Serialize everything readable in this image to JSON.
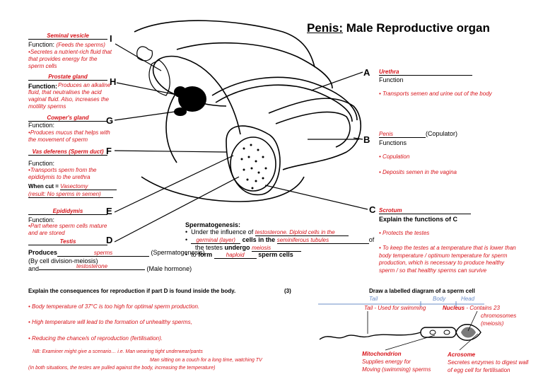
{
  "title": {
    "prefix": "Penis:",
    "rest": " Male Reproductive organ"
  },
  "letters": {
    "a": "A",
    "b": "B",
    "c": "C",
    "d": "D",
    "e": "E",
    "f": "F",
    "g": "G",
    "h": "H",
    "i": "I"
  },
  "left": {
    "seminal": {
      "name": "Seminal vesicle",
      "label": "Function:",
      "hint": "(Feeds the sperms)",
      "text": "Secretes a nutrient-rich fluid that that provides energy for the sperm cells"
    },
    "prostate": {
      "name": "Prostate gland",
      "label": "Function:",
      "text": "Produces an alkaline fluid, that neutralises the acid vaginal fluid. Also, increases the motility sperms"
    },
    "cowper": {
      "name": "Cowper's gland",
      "label": "Function:",
      "text": "Produces mucus that helps with the movement of sperm"
    },
    "vas": {
      "name": "Vas deferens (Sperm duct)",
      "label": "Function:",
      "text": "Transports sperm from the epididymis to the urethra",
      "cut_label": "When cut = ",
      "cut_value": "Vasectomy",
      "result": "(result: No sperms in semen)"
    },
    "epididymis": {
      "name": "Epididymis",
      "label": "Function:",
      "text": "Part where sperm cells mature and are stored"
    },
    "testis": {
      "name": "Testis",
      "produces_label": "Produces",
      "produces_value": "sperms",
      "produces_suffix": "(Spermatogenesis)",
      "by": "(By cell division-meiosis)",
      "and_label": "and",
      "and_value": "testosterone",
      "and_suffix": "(Male hormone)"
    }
  },
  "right": {
    "urethra": {
      "name": "Urethra",
      "label": "Function",
      "text": "Transports semen and urine out of the body"
    },
    "penis": {
      "name": "Penis",
      "suffix": "(Copulator)",
      "label": "Functions",
      "items": [
        "Copulation",
        "Deposits semen in the vagina"
      ]
    },
    "scrotum": {
      "name": "Scrotum",
      "question": "Explain the functions of C",
      "items": [
        "Protects the testes",
        "To keep the testes at a temperature that is lower than body temperature / optimum temperature for sperm production, which is necessary to produce healthy sperm / so that healthy sperms can survive"
      ]
    }
  },
  "spermatogenesis": {
    "heading": "Spermatogenesis:",
    "line1_label": "Under the influence of",
    "line1_value": "testosterone. Diploid cells in the",
    "line2_value1": "germinal (layer)",
    "line2_label": "cells in the",
    "line2_value2": "seminiferous tubules",
    "line2_end": "of",
    "line3_label": "the testes",
    "line3_bold": "undergo",
    "line3_value": "meiosis",
    "line4_label": "to",
    "line4_bold": "form",
    "line4_value": "haploid",
    "line4_end": "sperm cells"
  },
  "question": {
    "text": "Explain the consequences for reproduction if part D is found inside the body.",
    "marks": "(3)",
    "answers": [
      "Body temperature of 37°C is too high for optimal sperm production.",
      "High temperature will lead to the formation of unhealthy sperms,",
      "Reducing the chance/s of reproduction (fertilisation)."
    ],
    "nb1": "NB: Examiner might give a scenario… i.e. Man wearing tight underwear/pants",
    "nb2": "Man sitting on a couch for a long time, watching TV",
    "nb3": "(In both situations, the testes are pulled against the body, increasing the temperature)"
  },
  "sperm": {
    "heading": "Draw a labelled diagram of a sperm cell",
    "tail": "Tail",
    "body": "Body",
    "head": "Head",
    "tail_desc": "Tail - Used for swimming",
    "nucleus": "Nucleus",
    "nucleus_desc": " - Contains 23",
    "nucleus_desc2": "chromosomes",
    "nucleus_desc3": "(meiosis)",
    "mito": "Mitochondrion",
    "mito_desc1": "Supplies energy for",
    "mito_desc2": "Moving (swimming) sperms",
    "acro": "Acrosome",
    "acro_desc1": "Secretes enzymes to digest wall",
    "acro_desc2": "of egg cell for fertilisation"
  }
}
